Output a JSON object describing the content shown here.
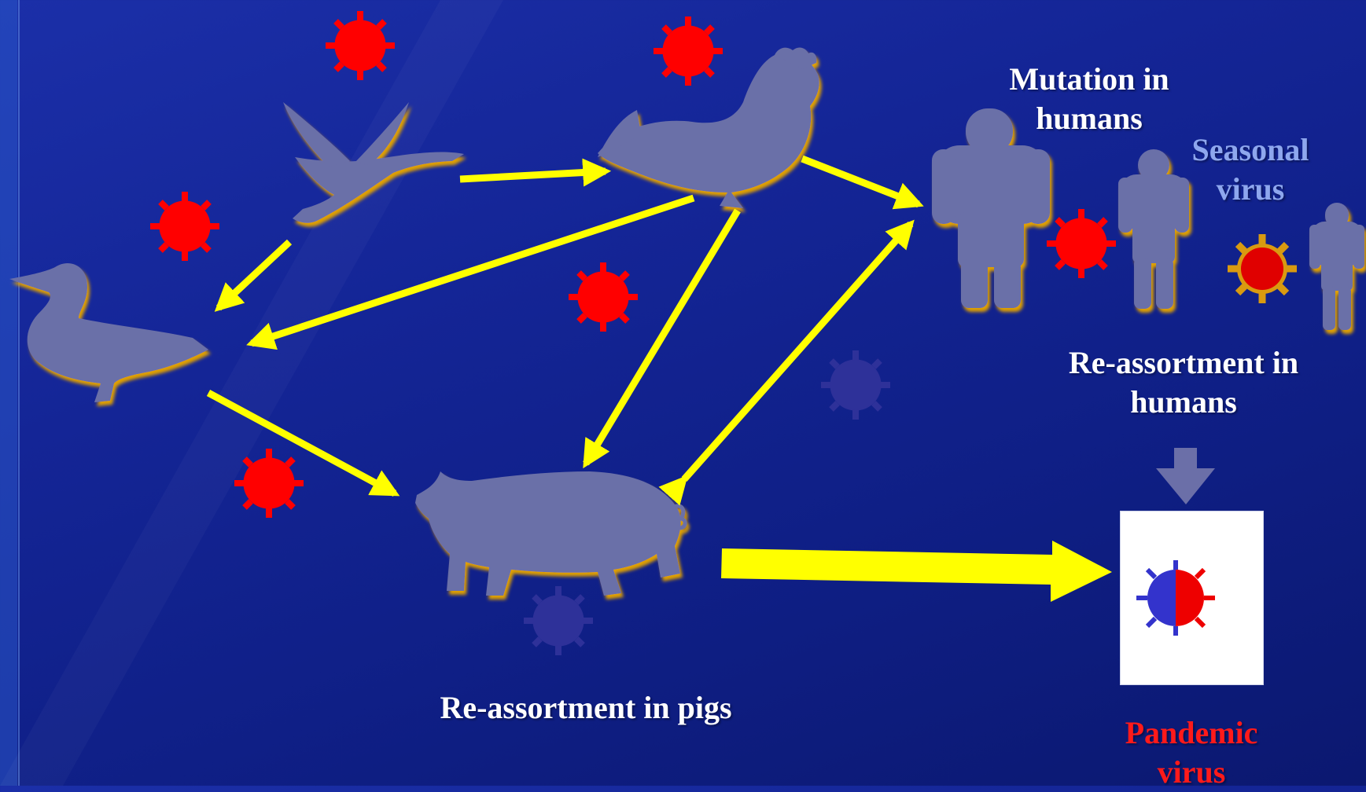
{
  "labels": {
    "mutation_line1": "Mutation in",
    "mutation_line2": "humans",
    "seasonal_line1": "Seasonal",
    "seasonal_line2": "virus",
    "reassortment_humans_line1": "Re-assortment in",
    "reassortment_humans_line2": "humans",
    "reassortment_pigs": "Re-assortment in pigs",
    "pandemic_line1": "Pandemic",
    "pandemic_line2": "virus"
  },
  "colors": {
    "background": "#142596",
    "arrow": "#ffff00",
    "silhouette": "#6b6fa8",
    "glow": "#e0a000",
    "avian_virus": "#ff0000",
    "swine_virus": "#2e3199",
    "seasonal_virus_body": "#e00000",
    "seasonal_virus_spikes": "#d99a10",
    "gray_arrow": "#6b6fa8",
    "pandemic_blue": "#3333cc",
    "pandemic_red": "#ee0000"
  },
  "icons": [
    "wild-goose-icon",
    "rooster-icon",
    "domestic-duck-icon",
    "pig-icon",
    "human-icon",
    "virus-icon"
  ]
}
